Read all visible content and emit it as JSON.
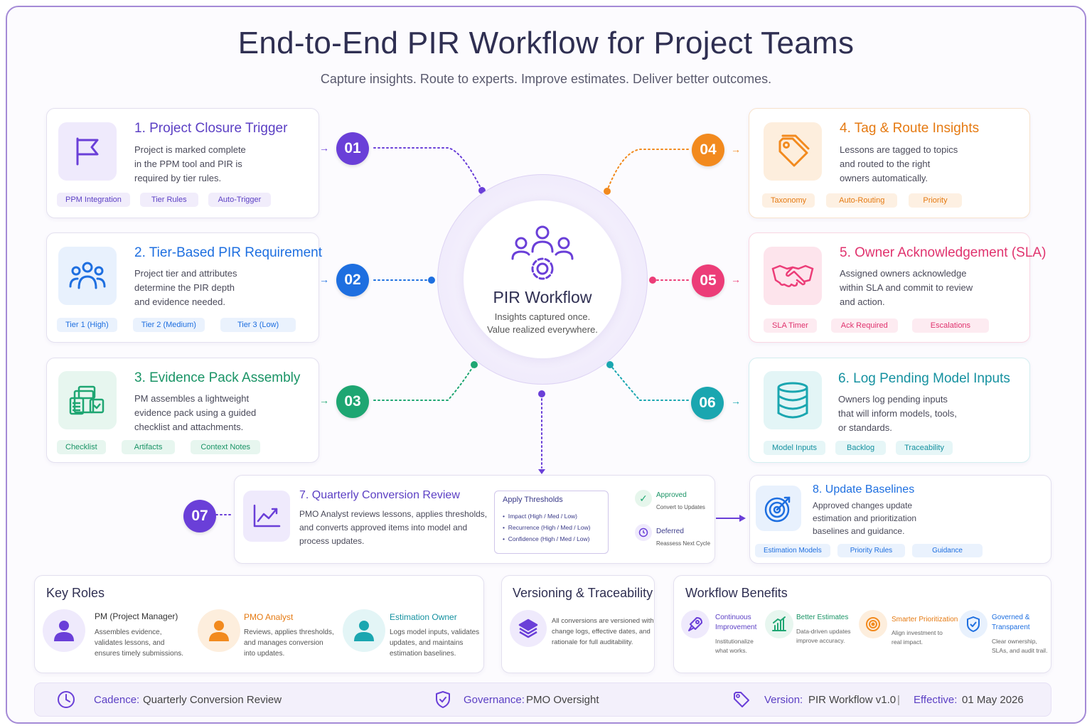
{
  "title": "End-to-End PIR Workflow for Project Teams",
  "subtitle": "Capture insights. Route to experts. Improve estimates. Deliver better outcomes.",
  "hub": {
    "title": "PIR Workflow",
    "line1": "Insights captured once.",
    "line2": "Value realized everywhere."
  },
  "colors": {
    "purple": "#6a3fd8",
    "blue": "#1e6fe0",
    "green": "#1ea672",
    "orange": "#f28a1e",
    "pink": "#ec3d78",
    "teal": "#1aa6b0"
  },
  "steps": [
    {
      "num": "01",
      "title": "1. Project Closure Trigger",
      "desc": [
        "Project is marked complete",
        "in the PPM tool and PIR is",
        "required by tier rules."
      ],
      "tags": [
        "PPM Integration",
        "Tier Rules",
        "Auto-Trigger"
      ],
      "icon": "flag-icon"
    },
    {
      "num": "02",
      "title": "2. Tier-Based PIR Requirement",
      "desc": [
        "Project tier and attributes",
        "determine the PIR depth",
        "and evidence needed."
      ],
      "tags": [
        "Tier 1 (High)",
        "Tier 2 (Medium)",
        "Tier 3 (Low)"
      ],
      "icon": "team-icon"
    },
    {
      "num": "03",
      "title": "3. Evidence Pack Assembly",
      "desc": [
        "PM assembles a lightweight",
        "evidence pack using a guided",
        "checklist and attachments."
      ],
      "tags": [
        "Checklist",
        "Artifacts",
        "Context Notes"
      ],
      "icon": "documents-icon"
    },
    {
      "num": "04",
      "title": "4. Tag & Route Insights",
      "desc": [
        "Lessons are tagged to topics",
        "and routed to the right",
        "owners automatically."
      ],
      "tags": [
        "Taxonomy",
        "Auto-Routing",
        "Priority"
      ],
      "icon": "tag-icon"
    },
    {
      "num": "05",
      "title": "5. Owner Acknowledgement (SLA)",
      "desc": [
        "Assigned owners acknowledge",
        "within SLA and commit to review",
        "and action."
      ],
      "tags": [
        "SLA Timer",
        "Ack Required",
        "Escalations"
      ],
      "icon": "handshake-icon"
    },
    {
      "num": "06",
      "title": "6. Log Pending Model Inputs",
      "desc": [
        "Owners log pending inputs",
        "that will inform models, tools,",
        "or standards."
      ],
      "tags": [
        "Model Inputs",
        "Backlog",
        "Traceability"
      ],
      "icon": "database-icon"
    }
  ],
  "step7": {
    "num": "07",
    "title": "7. Quarterly Conversion Review",
    "desc": [
      "PMO Analyst reviews lessons, applies thresholds,",
      "and converts approved items into model and",
      "process updates."
    ],
    "thresholds_title": "Apply Thresholds",
    "thresholds": [
      "Impact (High / Med / Low)",
      "Recurrence (High / Med / Low)",
      "Confidence (High / Med / Low)"
    ],
    "approved": "Approved",
    "approved_sub": "Convert to Updates",
    "deferred": "Deferred",
    "deferred_sub": "Reassess Next Cycle"
  },
  "step8": {
    "title": "8. Update Baselines",
    "desc": [
      "Approved changes update",
      "estimation and prioritization",
      "baselines and guidance."
    ],
    "tags": [
      "Estimation Models",
      "Priority Rules",
      "Guidance"
    ]
  },
  "roles": {
    "heading": "Key Roles",
    "items": [
      {
        "name": "PM (Project Manager)",
        "desc": [
          "Assembles evidence,",
          "validates lessons, and",
          "ensures timely submissions."
        ]
      },
      {
        "name": "PMO Analyst",
        "desc": [
          "Reviews, applies thresholds,",
          "and manages conversion",
          "into updates."
        ]
      },
      {
        "name": "Estimation Owner",
        "desc": [
          "Logs model inputs, validates",
          "updates, and maintains",
          "estimation baselines."
        ]
      }
    ]
  },
  "versioning": {
    "heading": "Versioning & Traceability",
    "desc": [
      "All conversions are versioned with",
      "change logs, effective dates, and",
      "rationale for full auditability."
    ]
  },
  "benefits": {
    "heading": "Workflow Benefits",
    "items": [
      {
        "title": [
          "Continuous",
          "Improvement"
        ],
        "desc": [
          "Institutionalize",
          "what works."
        ]
      },
      {
        "title": [
          "Better Estimates"
        ],
        "desc": [
          "Data-driven updates",
          "improve accuracy."
        ]
      },
      {
        "title": [
          "Smarter Prioritization"
        ],
        "desc": [
          "Align investment to",
          "real impact."
        ]
      },
      {
        "title": [
          "Governed &",
          "Transparent"
        ],
        "desc": [
          "Clear ownership,",
          "SLAs, and audit trail."
        ]
      }
    ]
  },
  "footer": {
    "cadence_label": "Cadence:",
    "cadence": "Quarterly Conversion Review",
    "governance_label": "Governance:",
    "governance": "PMO Oversight",
    "version_label": "Version:",
    "version": "PIR Workflow v1.0",
    "sep": "|",
    "effective_label": "Effective:",
    "effective": "01 May 2026"
  }
}
